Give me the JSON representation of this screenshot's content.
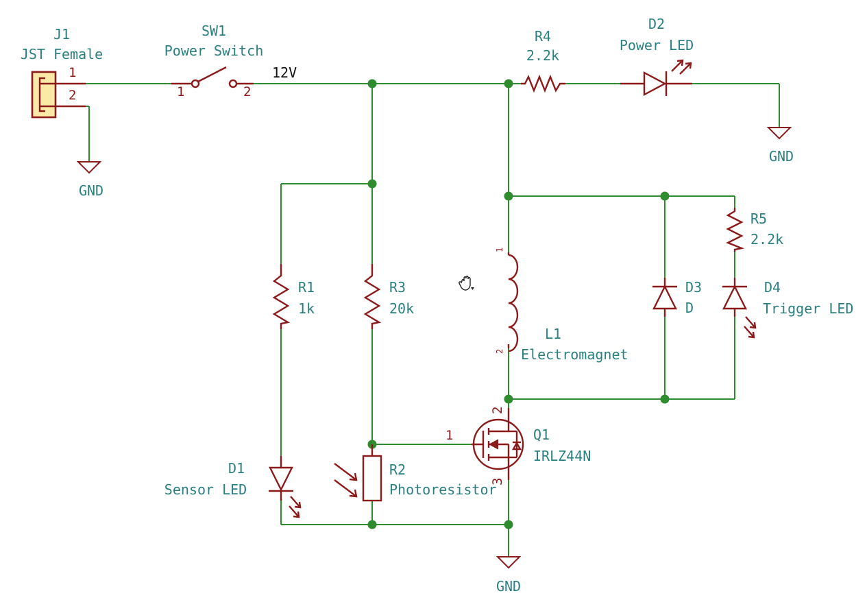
{
  "components": {
    "j1": {
      "ref": "J1",
      "value": "JST Female",
      "pin1": "1",
      "pin2": "2"
    },
    "sw1": {
      "ref": "SW1",
      "value": "Power Switch",
      "pin1": "1",
      "pin2": "2"
    },
    "r4": {
      "ref": "R4",
      "value": "2.2k"
    },
    "d2": {
      "ref": "D2",
      "value": "Power LED"
    },
    "r5": {
      "ref": "R5",
      "value": "2.2k"
    },
    "d3": {
      "ref": "D3",
      "value": "D"
    },
    "d4": {
      "ref": "D4",
      "value": "Trigger LED"
    },
    "l1": {
      "ref": "L1",
      "value": "Electromagnet",
      "pin1": "1",
      "pin2": "2"
    },
    "r1": {
      "ref": "R1",
      "value": "1k"
    },
    "r3": {
      "ref": "R3",
      "value": "20k"
    },
    "q1": {
      "ref": "Q1",
      "value": "IRLZ44N",
      "pin_gate": "1",
      "pin_drain": "2",
      "pin_source": "3"
    },
    "d1": {
      "ref": "D1",
      "value": "Sensor LED"
    },
    "r2": {
      "ref": "R2",
      "value": "Photoresistor"
    }
  },
  "nets": {
    "supply": "12V",
    "ground_label": "GND"
  },
  "colors": {
    "wire": "#2e8b2e",
    "component": "#8b1a1a",
    "label": "#2a7f7f"
  }
}
